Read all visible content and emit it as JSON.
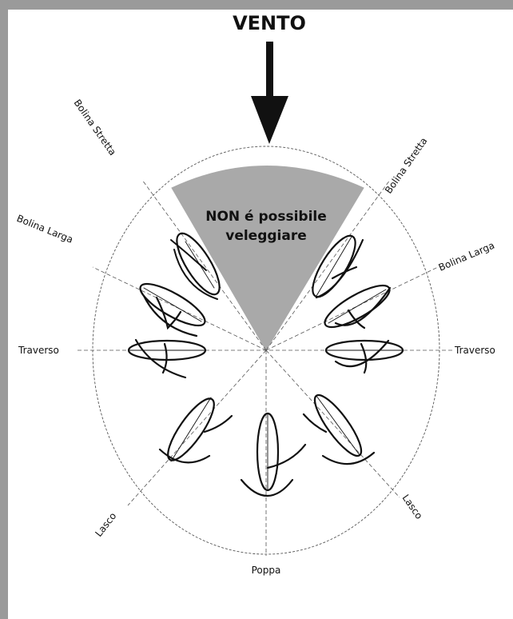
{
  "title": "VENTO",
  "no_go_zone": {
    "line1": "NON é possibile",
    "line2": "veleggiare"
  },
  "points_of_sail": {
    "upper_left_1": "Bolina Stretta",
    "upper_left_2": "Bolina Larga",
    "left": "Traverso",
    "lower_left": "Lasco",
    "bottom": "Poppa",
    "lower_right": "Lasco",
    "right": "Traverso",
    "upper_right_2": "Bolina Larga",
    "upper_right_1": "Bolina Stretta"
  },
  "colors": {
    "no_go_fill": "#a9a9a9",
    "ink": "#111111",
    "frame_border": "#9a9a9a"
  }
}
